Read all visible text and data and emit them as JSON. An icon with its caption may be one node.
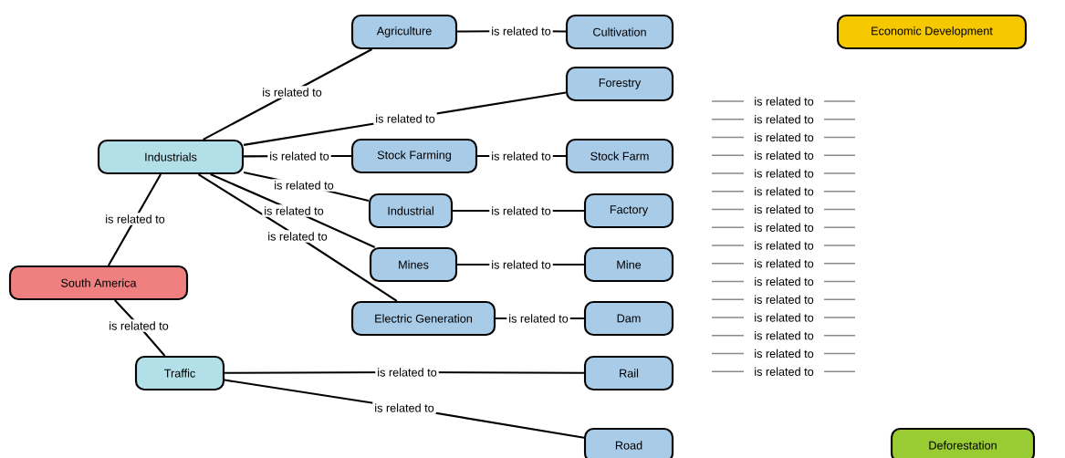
{
  "diagram": {
    "nodes": [
      {
        "text": [
          "Agriculture"
        ]
      },
      {
        "text": [
          "Cultivation"
        ]
      },
      {
        "text": [
          "Economic Development"
        ]
      },
      {
        "text": [
          "Forestry"
        ]
      },
      {
        "text": [
          "Industrials"
        ]
      },
      {
        "text": [
          "Stock Farming"
        ]
      },
      {
        "text": [
          "Stock Farm"
        ]
      },
      {
        "text": [
          "Industrial"
        ]
      },
      {
        "text": [
          "Factory"
        ]
      },
      {
        "text": [
          "South America"
        ]
      },
      {
        "text": [
          "Mines"
        ]
      },
      {
        "text": [
          "Mine"
        ]
      },
      {
        "text": [
          "Electric Generation"
        ]
      },
      {
        "text": [
          "Dam"
        ]
      },
      {
        "text": [
          "Traffic"
        ]
      },
      {
        "text": [
          "Rail"
        ]
      },
      {
        "text": [
          "Road"
        ]
      },
      {
        "text": [
          "Deforestation"
        ]
      }
    ],
    "edges": [
      {
        "from": 4,
        "to": 0,
        "arrow": "none",
        "label": "is related to"
      },
      {
        "from": 4,
        "to": 3,
        "arrow": "none",
        "label": "is related to"
      },
      {
        "from": 4,
        "to": 5,
        "arrow": "none",
        "label": "is related to"
      },
      {
        "from": 4,
        "to": 7,
        "arrow": "none",
        "label": "is related to"
      },
      {
        "from": 4,
        "to": 10,
        "arrow": "none",
        "label": "is related to"
      },
      {
        "from": 4,
        "to": 12,
        "arrow": "none",
        "label": "is related to"
      },
      {
        "from": 9,
        "to": 4,
        "arrow": "none",
        "label": "is related to"
      },
      {
        "from": 9,
        "to": 14,
        "arrow": "none",
        "label": "is related to"
      },
      {
        "from": 14,
        "to": 15,
        "arrow": "none",
        "label": "is related to"
      },
      {
        "from": 14,
        "to": 16,
        "arrow": "none",
        "label": "is related to"
      },
      {
        "from": 0,
        "to": 1,
        "arrow": "none",
        "label": "is related to"
      },
      {
        "from": 5,
        "to": 6,
        "arrow": "none",
        "label": "is related to"
      },
      {
        "from": 7,
        "to": 8,
        "arrow": "none",
        "label": "is related to"
      },
      {
        "from": 10,
        "to": 11,
        "arrow": "none",
        "label": "is related to"
      },
      {
        "from": 12,
        "to": 13,
        "arrow": "none",
        "label": "is related to"
      }
    ],
    "labels": [
      "is related to",
      "is related to",
      "is related to",
      "is related to",
      "is related to",
      "is related to",
      "is related to",
      "is related to",
      "is related to",
      "is related to",
      "is related to",
      "is related to",
      "is related to",
      "is related to",
      "is related to",
      "is related to"
    ]
  }
}
